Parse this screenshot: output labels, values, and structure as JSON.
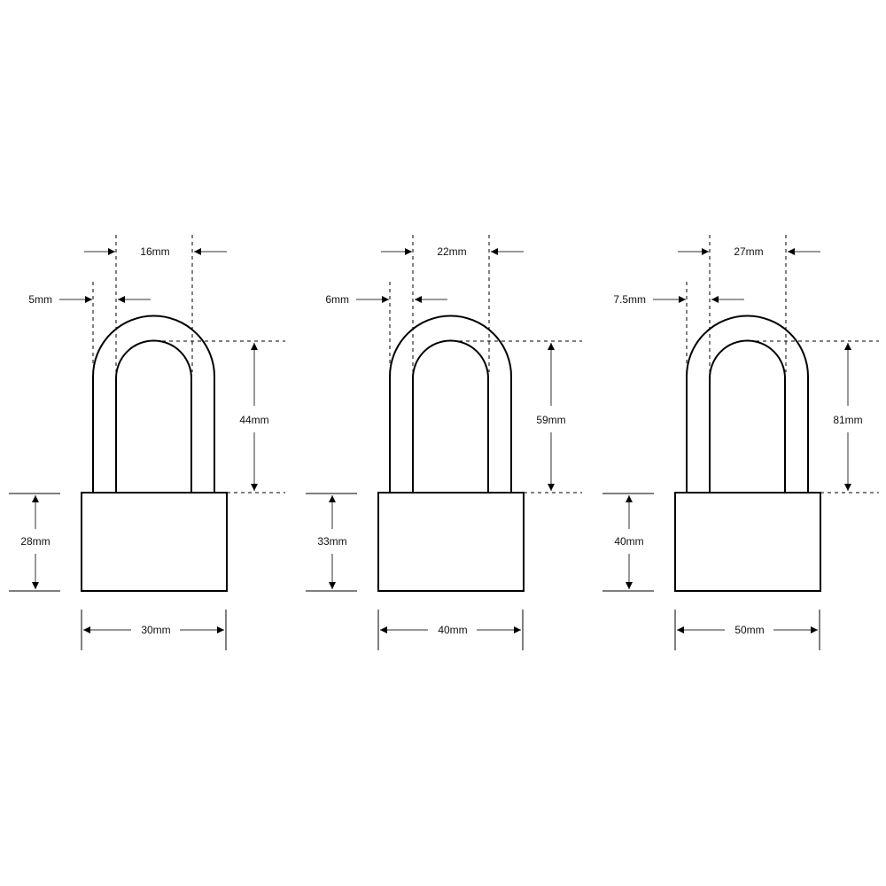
{
  "diagram": {
    "type": "technical-dimension-drawing",
    "subject": "long-shackle padlocks",
    "units": "mm",
    "colors": {
      "line": "#000000",
      "background": "#ffffff",
      "text": "#111111"
    }
  },
  "padlocks": [
    {
      "shackle_inner_width": "16mm",
      "shackle_diameter": "5mm",
      "shackle_clearance_height": "44mm",
      "body_height": "28mm",
      "body_width": "30mm"
    },
    {
      "shackle_inner_width": "22mm",
      "shackle_diameter": "6mm",
      "shackle_clearance_height": "59mm",
      "body_height": "33mm",
      "body_width": "40mm"
    },
    {
      "shackle_inner_width": "27mm",
      "shackle_diameter": "7.5mm",
      "shackle_clearance_height": "81mm",
      "body_height": "40mm",
      "body_width": "50mm"
    }
  ]
}
